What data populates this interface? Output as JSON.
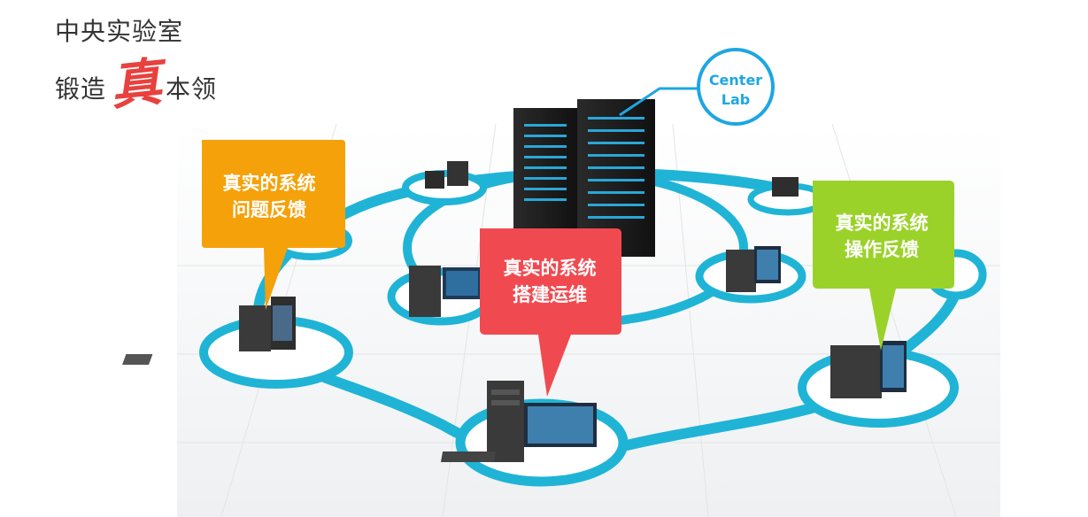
{
  "title": {
    "line1": "中央实验室",
    "line2_before": "锻造",
    "line2_accent": "真",
    "line2_after": "本领"
  },
  "badge": {
    "line1": "Center",
    "line2": "Lab"
  },
  "bubbles": [
    {
      "line1": "真实的系统",
      "line2": "问题反馈",
      "color": "#f5a10a"
    },
    {
      "line1": "真实的系统",
      "line2": "搭建运维",
      "color": "#f04a50"
    },
    {
      "line1": "真实的系统",
      "line2": "操作反馈",
      "color": "#9bd22a"
    }
  ],
  "colors": {
    "ring": "#1fb4d6",
    "server": "#1c1c1c",
    "server_light": "#2aa6d8",
    "accent": "#e8413e"
  }
}
